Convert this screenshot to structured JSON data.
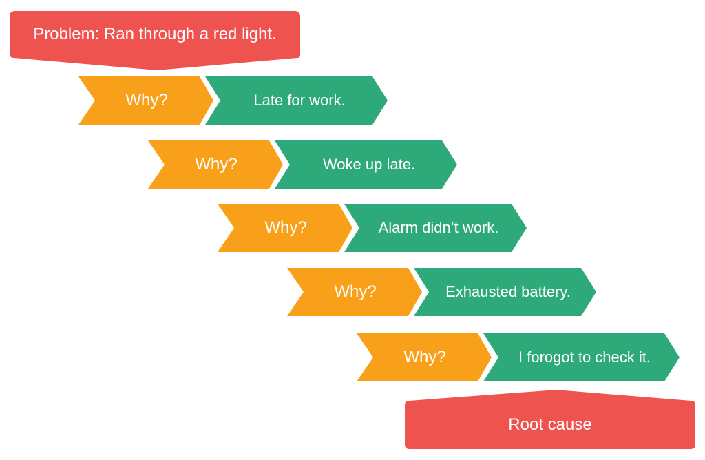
{
  "colors": {
    "problem": "#ef5350",
    "why": "#f9a01b",
    "answer": "#2eaa7a",
    "text": "#ffffff",
    "background": "#ffffff"
  },
  "problem": {
    "label": "Problem: Ran through a red light."
  },
  "steps": [
    {
      "why": "Why?",
      "answer": "Late for work."
    },
    {
      "why": "Why?",
      "answer": "Woke up late."
    },
    {
      "why": "Why?",
      "answer": "Alarm didn’t work."
    },
    {
      "why": "Why?",
      "answer": "Exhausted battery."
    },
    {
      "why": "Why?",
      "answer": "I forogot to check it."
    }
  ],
  "root_cause": {
    "label": "Root cause"
  }
}
